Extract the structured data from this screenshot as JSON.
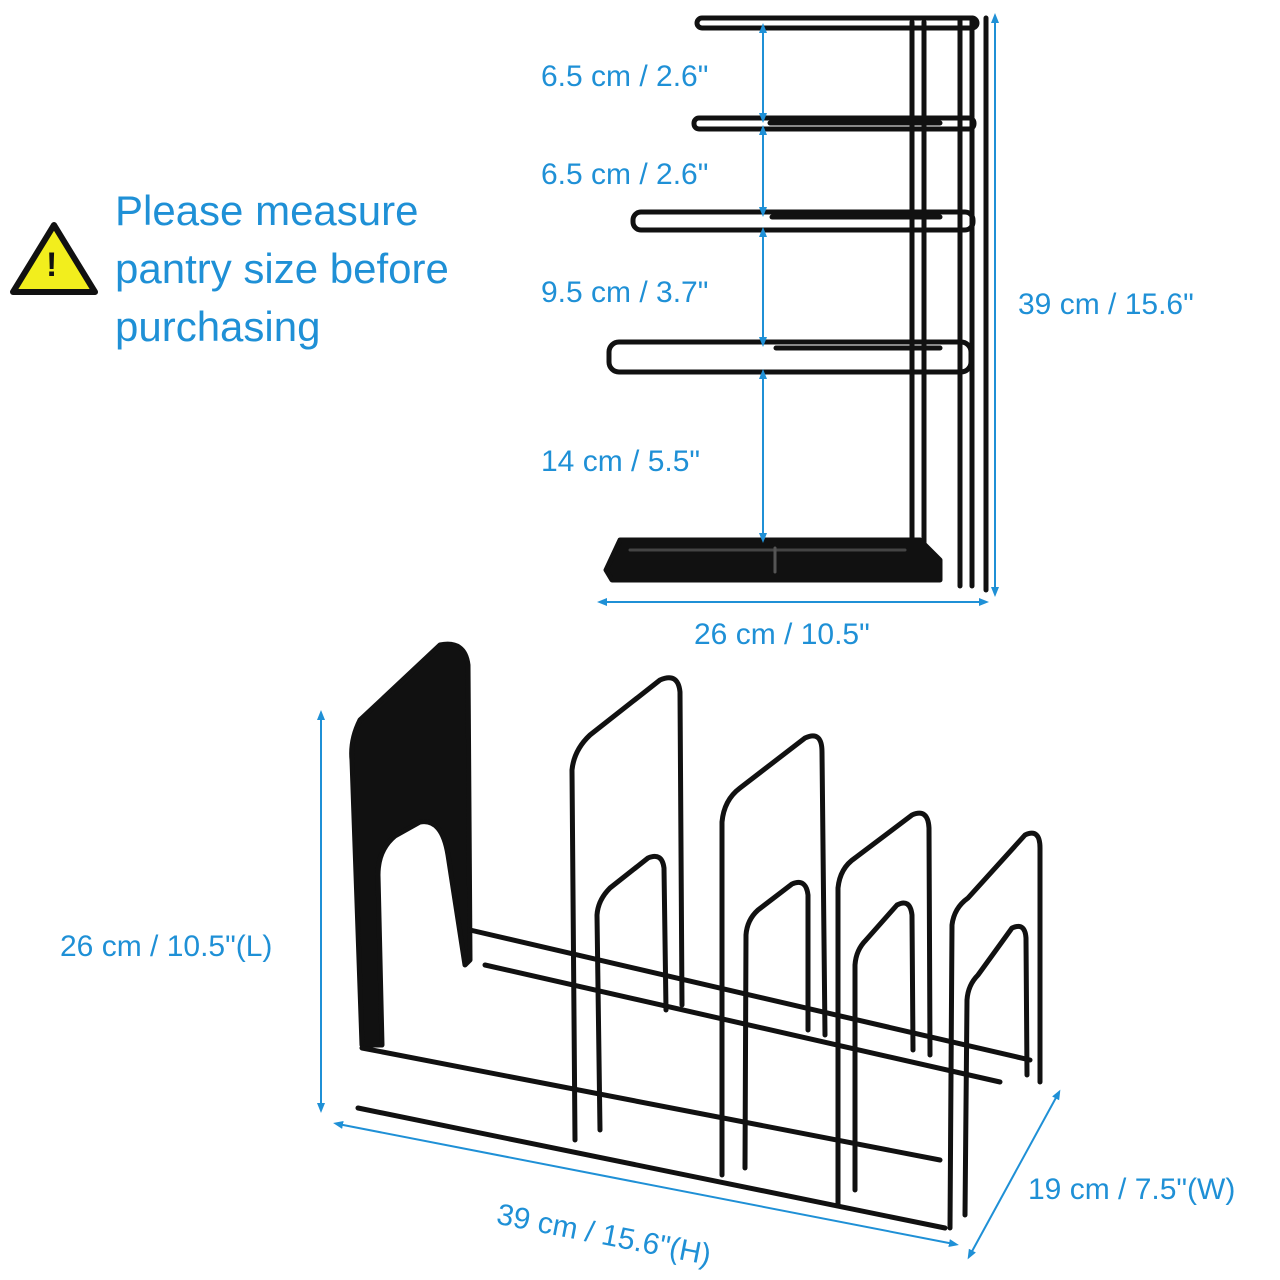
{
  "warning": {
    "lines": [
      "Please measure",
      "pantry size before",
      "purchasing"
    ],
    "icon": "warning-triangle-icon",
    "icon_mark": "!",
    "icon_color": "#f2ee1d"
  },
  "dimensions": {
    "spacing_1": "6.5 cm / 2.6\"",
    "spacing_2": "6.5 cm / 2.6\"",
    "spacing_3": "9.5 cm / 3.7\"",
    "spacing_4": "14 cm / 5.5\"",
    "total_height": "39 cm / 15.6\"",
    "upright_depth": "26 cm / 10.5\"",
    "length": "26 cm / 10.5\"(L)",
    "height": "39 cm / 15.6\"(H)",
    "width": "19 cm / 7.5\"(W)"
  },
  "colors": {
    "dimension_blue": "#1f90d6",
    "rack_black": "#111111"
  }
}
